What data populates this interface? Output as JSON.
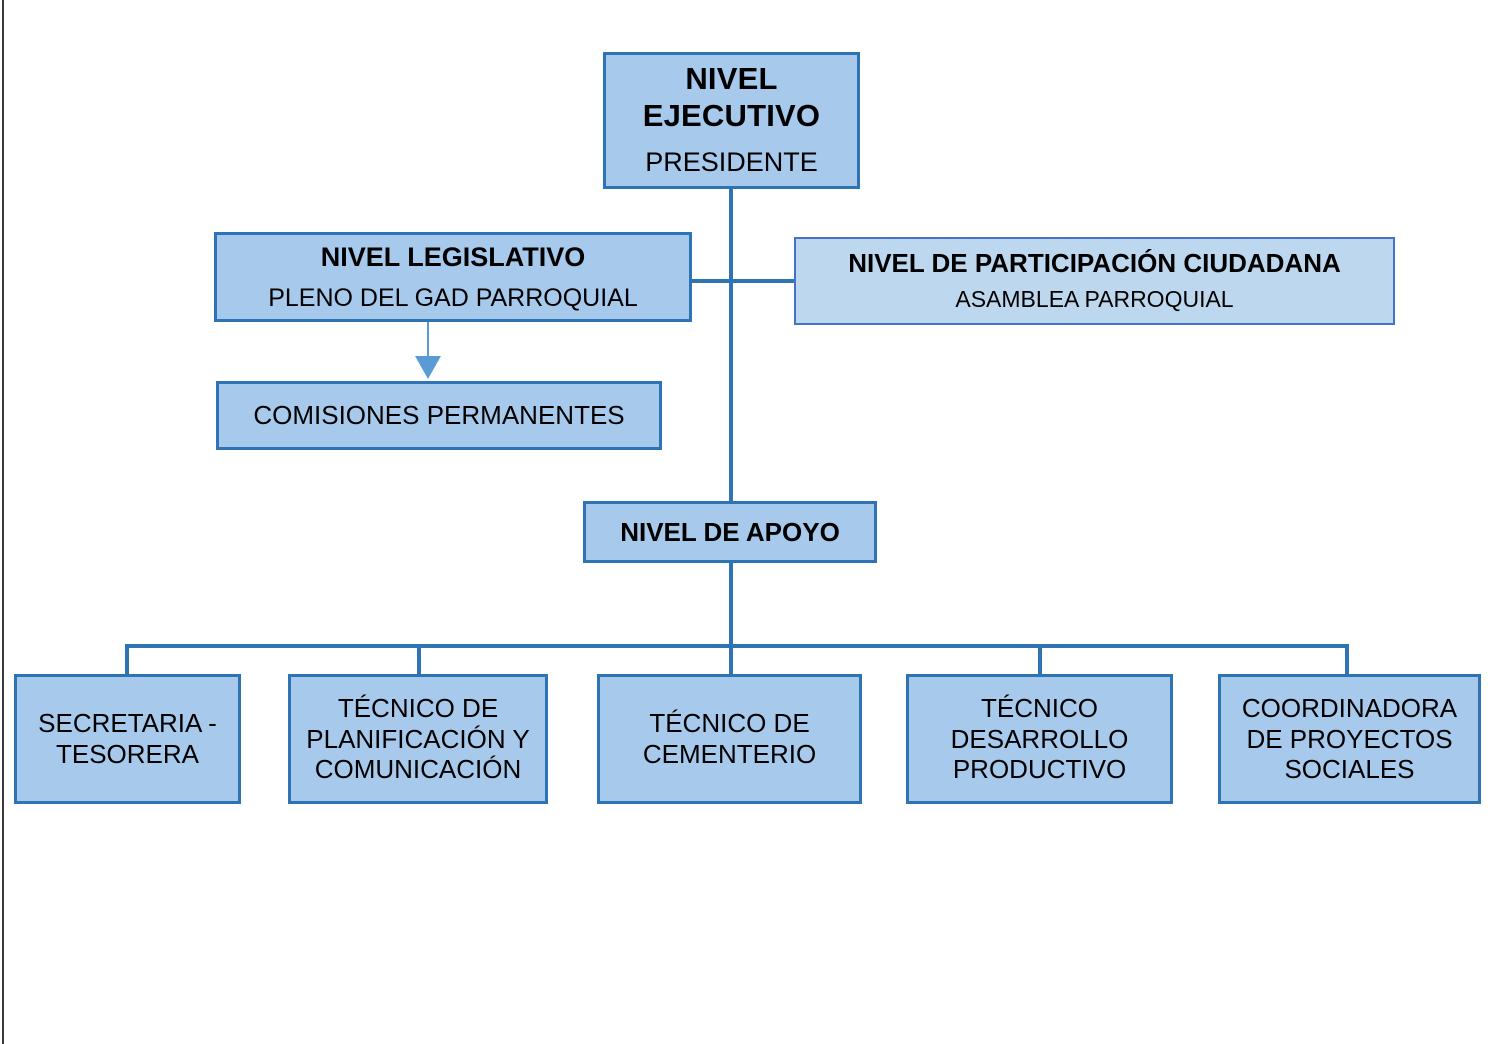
{
  "diagram": {
    "type": "organizational-chart",
    "background_color": "#FFFFFF",
    "palette": {
      "box_fill": "#A6C9EC",
      "box_fill_light": "#BDD7EE",
      "box_border": "#2E74B5",
      "box_border_light": "#4472C4",
      "connector": "#2E74B5",
      "arrow": "#5B9BD5",
      "text": "#000000"
    },
    "nodes": {
      "ejecutivo": {
        "title": "NIVEL EJECUTIVO",
        "subtitle": "PRESIDENTE"
      },
      "legislativo": {
        "title": "NIVEL LEGISLATIVO",
        "subtitle": "PLENO DEL GAD PARROQUIAL"
      },
      "participacion": {
        "title": "NIVEL DE PARTICIPACIÓN CIUDADANA",
        "subtitle": "ASAMBLEA PARROQUIAL"
      },
      "comisiones": {
        "label": "COMISIONES PERMANENTES"
      },
      "apoyo": {
        "title": "NIVEL DE APOYO"
      }
    },
    "support_units": [
      {
        "label": "SECRETARIA - TESORERA"
      },
      {
        "label": "TÉCNICO DE PLANIFICACIÓN Y COMUNICACIÓN"
      },
      {
        "label": "TÉCNICO DE CEMENTERIO"
      },
      {
        "label": "TÉCNICO DESARROLLO PRODUCTIVO"
      },
      {
        "label": "COORDINADORA DE PROYECTOS SOCIALES"
      }
    ]
  }
}
